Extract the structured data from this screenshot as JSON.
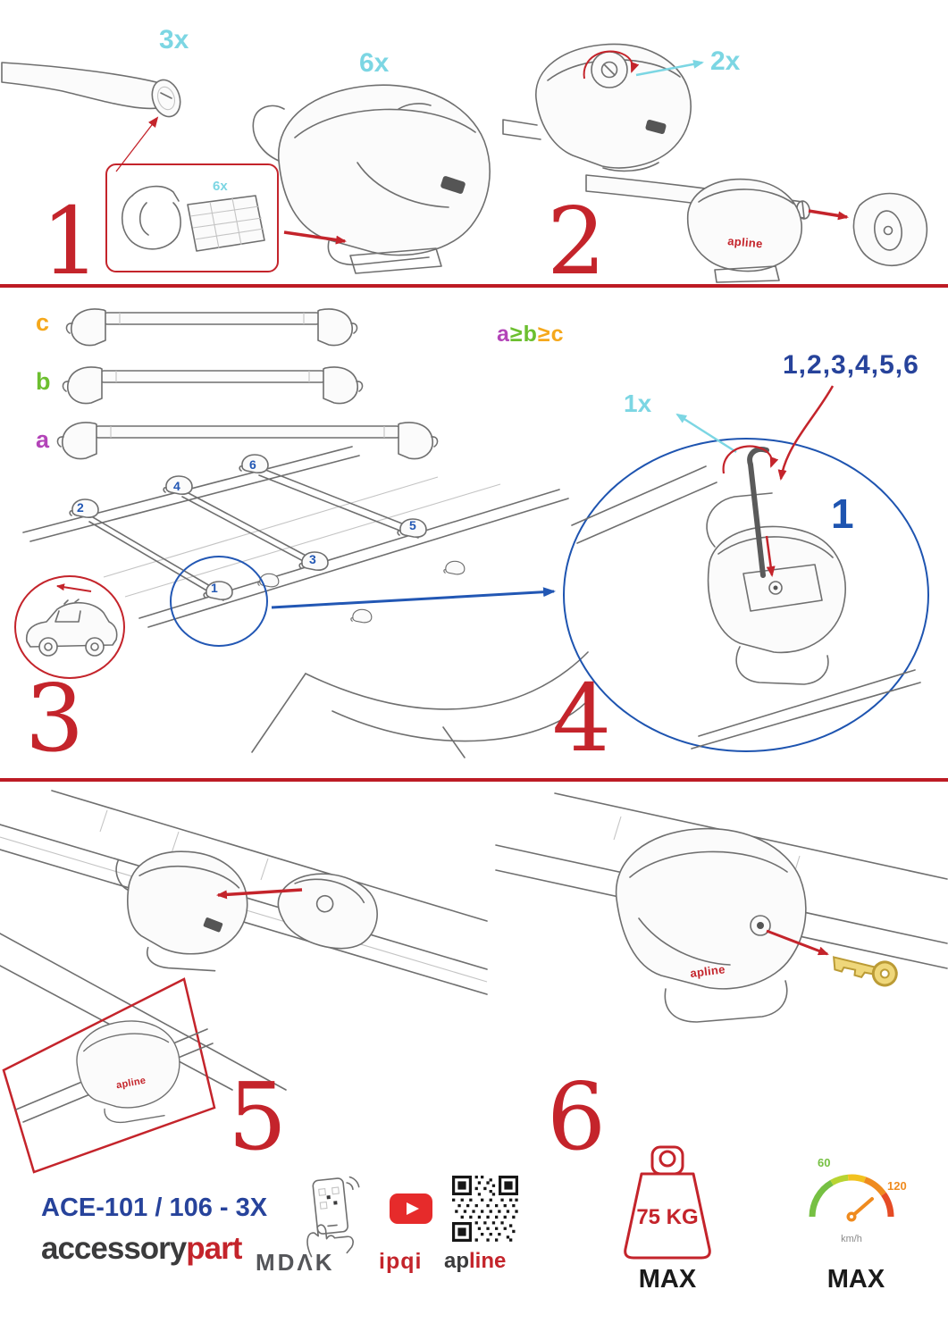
{
  "document": {
    "type": "roof-rack-installation-instructions"
  },
  "colors": {
    "accent_red": "#c4242b",
    "qty_cyan": "#7cd6e3",
    "callout_blue": "#1e54b0",
    "brand_blue": "#27439b",
    "size_a_purple": "#b344b8",
    "size_b_green": "#6cbf2f",
    "size_c_orange": "#f5a81c",
    "speed_green": "#76c043",
    "speed_orange": "#ef8b1f"
  },
  "steps": {
    "s1": {
      "number": "1",
      "bar_qty": "3x",
      "foot_qty": "6x",
      "pad_qty": "6x"
    },
    "s2": {
      "number": "2",
      "knob_qty": "2x"
    },
    "s3": {
      "number": "3",
      "size_a": "a",
      "size_b": "b",
      "size_c": "c",
      "order": {
        "a": "a",
        "ge1": "≥",
        "b": "b",
        "ge2": "≥",
        "c": "c"
      },
      "positions": [
        "1",
        "2",
        "3",
        "4",
        "5",
        "6"
      ]
    },
    "s4": {
      "number": "4",
      "tool_qty": "1x",
      "sequence": "1,2,3,4,5,6",
      "callout": "1"
    },
    "s5": {
      "number": "5"
    },
    "s6": {
      "number": "6"
    }
  },
  "brand": {
    "apline": "apline",
    "apline_ap": "ap",
    "apline_line": "line"
  },
  "footer": {
    "product_code": "ACE-101 / 106 - 3X",
    "accessory": "accessory",
    "part": "part",
    "mdak": "MDΛK",
    "ipqi": "ipqi",
    "weight": "75 KG",
    "weight_max": "MAX",
    "speed_low": "60",
    "speed_high": "120",
    "speed_unit": "km/h",
    "speed_max": "MAX"
  }
}
